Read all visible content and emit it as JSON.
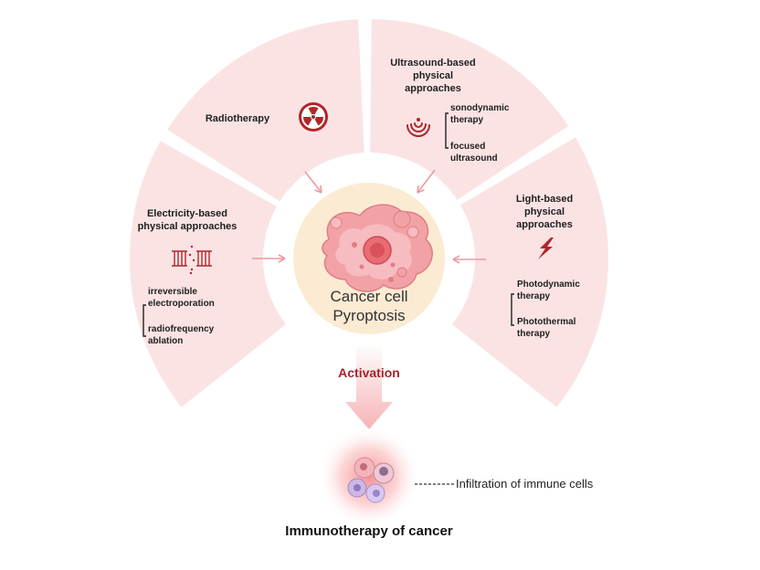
{
  "center": {
    "line1": "Cancer cell",
    "line2": "Pyroptosis"
  },
  "sectors": {
    "radiotherapy": {
      "title": "Radiotherapy",
      "icon": "radiation-icon"
    },
    "ultrasound": {
      "title_lines": [
        "Ultrasound-based",
        "physical",
        "approaches"
      ],
      "icon": "ultrasound-waves-icon",
      "items": [
        [
          "sonodynamic",
          "therapy"
        ],
        [
          "focused",
          "ultrasound"
        ]
      ]
    },
    "electricity": {
      "title_lines": [
        "Electricity-based",
        "physical approaches"
      ],
      "icon": "cell-membrane-pore-icon",
      "items": [
        [
          "irreversible",
          "electroporation"
        ],
        [
          "radiofrequency",
          "ablation"
        ]
      ]
    },
    "light": {
      "title_lines": [
        "Light-based",
        "physical",
        "approaches"
      ],
      "icon": "lightning-icon",
      "items": [
        [
          "Photodynamic",
          "therapy"
        ],
        [
          "Photothermal",
          "therapy"
        ]
      ]
    }
  },
  "activation_label": "Activation",
  "immune_label": "Infiltration of immune cells",
  "bottom_title": "Immunotherapy of cancer",
  "colors": {
    "sector_fill": "#fbe3e4",
    "center_fill": "#fcebd3",
    "arrow": "#ec9b9e",
    "activation": "#a8232b",
    "icon_red": "#b0262b"
  }
}
